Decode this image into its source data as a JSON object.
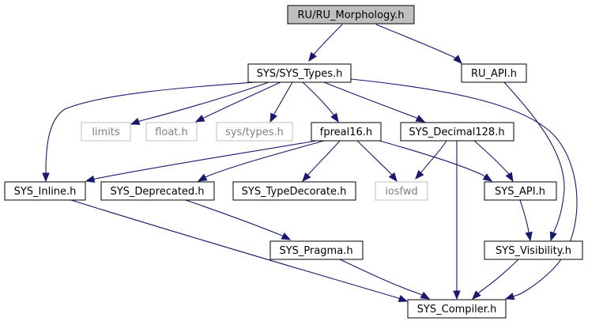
{
  "colors": {
    "edge": "#191970",
    "node_border": "#000000",
    "node_border_external": "#bfbfbf",
    "node_text": "#000000",
    "node_text_external": "#7f7f7f",
    "root_fill": "#bfbfbf",
    "node_fill": "#ffffff"
  },
  "nodes": {
    "ru_morphology": {
      "label": "RU/RU_Morphology.h"
    },
    "sys_types": {
      "label": "SYS/SYS_Types.h"
    },
    "ru_api": {
      "label": "RU_API.h"
    },
    "limits": {
      "label": "limits"
    },
    "float_h": {
      "label": "float.h"
    },
    "sys_types_h": {
      "label": "sys/types.h"
    },
    "fpreal16": {
      "label": "fpreal16.h"
    },
    "sys_decimal128": {
      "label": "SYS_Decimal128.h"
    },
    "sys_inline": {
      "label": "SYS_Inline.h"
    },
    "sys_deprecated": {
      "label": "SYS_Deprecated.h"
    },
    "sys_typedecorate": {
      "label": "SYS_TypeDecorate.h"
    },
    "iosfwd": {
      "label": "iosfwd"
    },
    "sys_api": {
      "label": "SYS_API.h"
    },
    "sys_pragma": {
      "label": "SYS_Pragma.h"
    },
    "sys_visibility": {
      "label": "SYS_Visibility.h"
    },
    "sys_compiler": {
      "label": "SYS_Compiler.h"
    }
  }
}
